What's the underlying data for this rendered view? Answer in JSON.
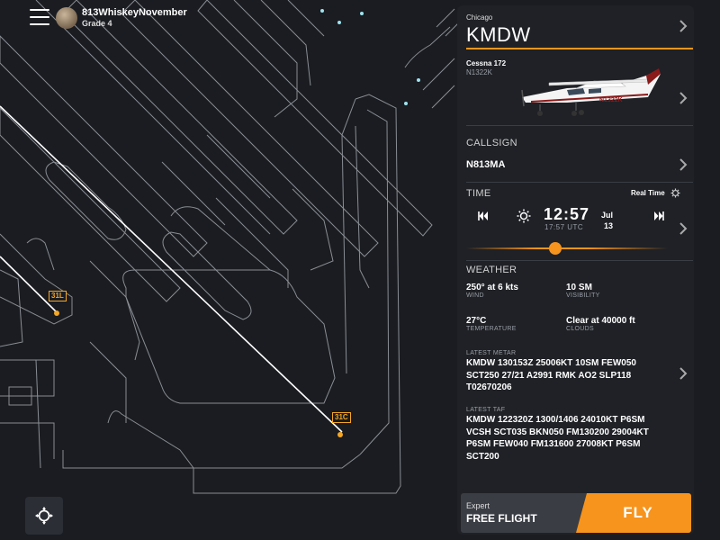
{
  "user": {
    "name": "813WhiskeyNovember",
    "grade": "Grade 4"
  },
  "map": {
    "runway_labels": [
      {
        "id": "31L"
      },
      {
        "id": "31C"
      }
    ],
    "accent_color": "#f5a623",
    "line_color": "#8a8d94"
  },
  "panel": {
    "city": "Chicago",
    "airport": "KMDW",
    "aircraft": {
      "model": "Cessna 172",
      "registration": "N1322K",
      "tail_marking": "N1322K"
    },
    "callsign": {
      "label": "CALLSIGN",
      "value": "N813MA"
    },
    "time": {
      "label": "TIME",
      "real_time_label": "Real Time",
      "local": "12:57",
      "utc": "17:57 UTC",
      "month": "Jul",
      "day": "13",
      "slider_level": 0.44
    },
    "weather": {
      "label": "WEATHER",
      "wind": {
        "value": "250° at 6 kts",
        "caption": "WIND"
      },
      "visibility": {
        "value": "10 SM",
        "caption": "VISIBILITY"
      },
      "temperature": {
        "value": "27°C",
        "caption": "TEMPERATURE"
      },
      "clouds": {
        "value": "Clear at 40000 ft",
        "caption": "CLOUDS"
      },
      "metar_label": "LATEST METAR",
      "metar_lines": [
        "KMDW 130153Z 25006KT 10SM FEW050",
        "SCT250 27/21 A2991 RMK AO2 SLP118",
        "T02670206"
      ],
      "taf_label": "LATEST TAF",
      "taf_lines": [
        "KMDW 122320Z 1300/1406 24010KT P6SM",
        "VCSH SCT035 BKN050 FM130200 29004KT",
        "P6SM FEW040 FM131600 27008KT P6SM",
        "SCT200"
      ]
    },
    "mode": {
      "sub": "Expert",
      "title": "FREE FLIGHT"
    },
    "fly_label": "FLY",
    "accent": "#f7941d"
  }
}
